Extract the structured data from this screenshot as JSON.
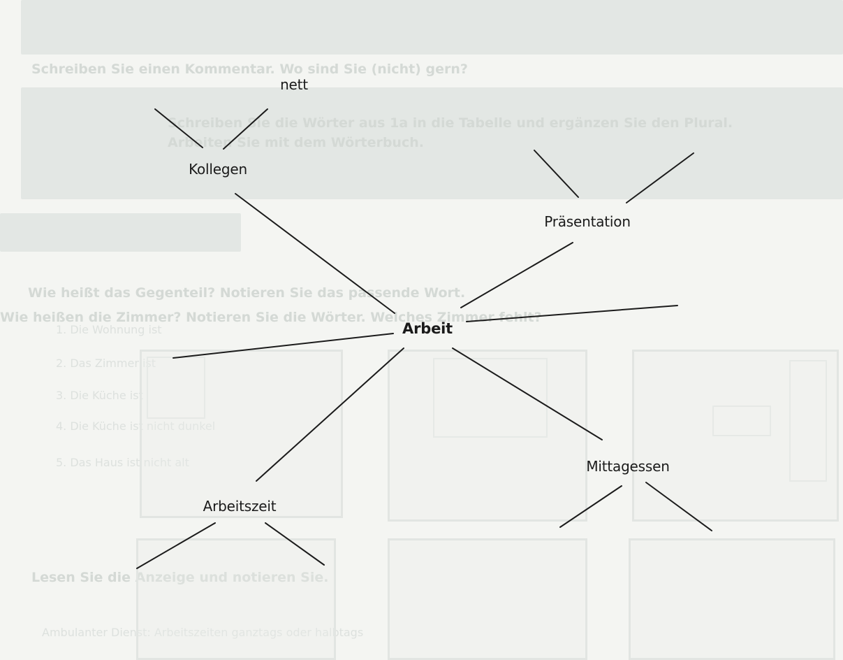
{
  "mindmap": {
    "center": "Arbeit",
    "branches": [
      {
        "label": "Kollegen",
        "children": [
          {
            "label": "nett"
          }
        ]
      },
      {
        "label": "Präsentation"
      },
      {
        "label": "Mittagessen"
      },
      {
        "label": "Arbeitszeit"
      }
    ]
  },
  "colors": {
    "ink": "#1b1b1b",
    "paper": "#f4f5f2",
    "bleed": "#d4d9d5"
  }
}
